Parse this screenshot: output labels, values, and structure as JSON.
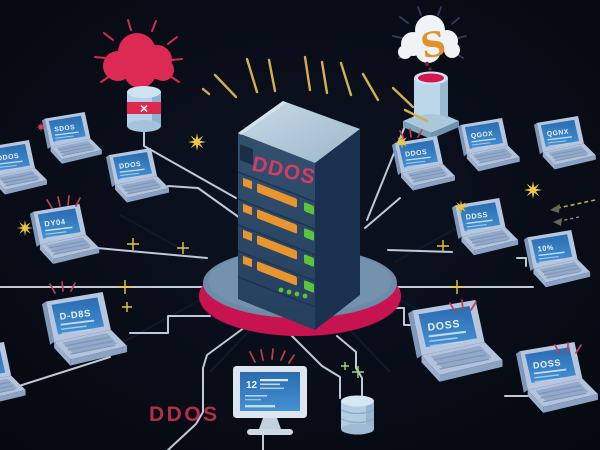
{
  "server": {
    "label": "DDOS",
    "bar_rows": 4,
    "status_lights": 4
  },
  "labels": {
    "attack": "DDOS"
  },
  "clouds": {
    "left_symbol": "✕",
    "right_symbol": "S"
  },
  "monitor": {
    "screen_text": "12"
  },
  "laptops": [
    {
      "screen_text": "DDOS"
    },
    {
      "screen_text": "SDOS"
    },
    {
      "screen_text": "DDOS"
    },
    {
      "screen_text": "DY04"
    },
    {
      "screen_text": "D-D8S"
    },
    {
      "screen_text": "DDOS"
    },
    {
      "screen_text": "DDOS"
    },
    {
      "screen_text": "QGOX"
    },
    {
      "screen_text": "QGNX"
    },
    {
      "screen_text": "DDSS"
    },
    {
      "screen_text": "10%"
    },
    {
      "screen_text": "DOSS"
    },
    {
      "screen_text": "DOSS"
    }
  ],
  "icons": {
    "left_cloud": "malware-cloud-icon",
    "right_cloud": "smoke-cloud-icon",
    "blocked_cylinder": "blocked-database-icon",
    "bucket": "bucket-icon",
    "storage": "database-icon"
  },
  "colors": {
    "background": "#060a13",
    "accent_red": "#e0175c",
    "label_red": "#b42d4a",
    "bar_orange": "#e8942f",
    "led_green": "#5cc43a",
    "screen_blue": "#3287c9",
    "laptop_body": "#aabeda",
    "line_gray": "#c9d5e1",
    "spark_yellow": "#e8c73e"
  }
}
